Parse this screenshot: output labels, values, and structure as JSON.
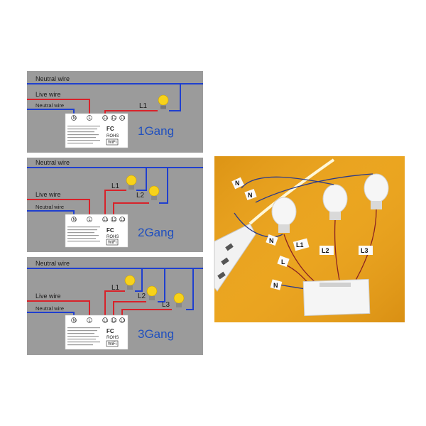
{
  "panels": [
    {
      "neutral_top": "Neutral wire",
      "live": "Live wire",
      "neutral_low": "Neutral wire",
      "terminals": [
        "N",
        "L",
        "L1",
        "L2",
        "L3"
      ],
      "lamps": [
        "L1"
      ],
      "title": "1Gang"
    },
    {
      "neutral_top": "Neutral wire",
      "live": "Live wire",
      "neutral_low": "Neutral wire",
      "terminals": [
        "N",
        "L",
        "L1",
        "L2",
        "L3"
      ],
      "lamps": [
        "L1",
        "L2"
      ],
      "title": "2Gang"
    },
    {
      "neutral_top": "Neutral wire",
      "live": "Live wire",
      "neutral_low": "Neutral wire",
      "terminals": [
        "N",
        "L",
        "L1",
        "L2",
        "L3"
      ],
      "lamps": [
        "L1",
        "L2",
        "L3"
      ],
      "title": "3Gang"
    }
  ],
  "photo_tags": [
    "N",
    "N",
    "N",
    "L",
    "L1",
    "L2",
    "L3",
    "N"
  ],
  "module_marks": {
    "fc": "FC",
    "rohs": "ROHS",
    "wifi": "WiFi"
  },
  "colors": {
    "neutral": "#1f3fcf",
    "live": "#d8222a",
    "panel_bg": "#9a9a9a",
    "gang_text": "#1f4fbf",
    "photo_bg": "#e9a21a"
  }
}
